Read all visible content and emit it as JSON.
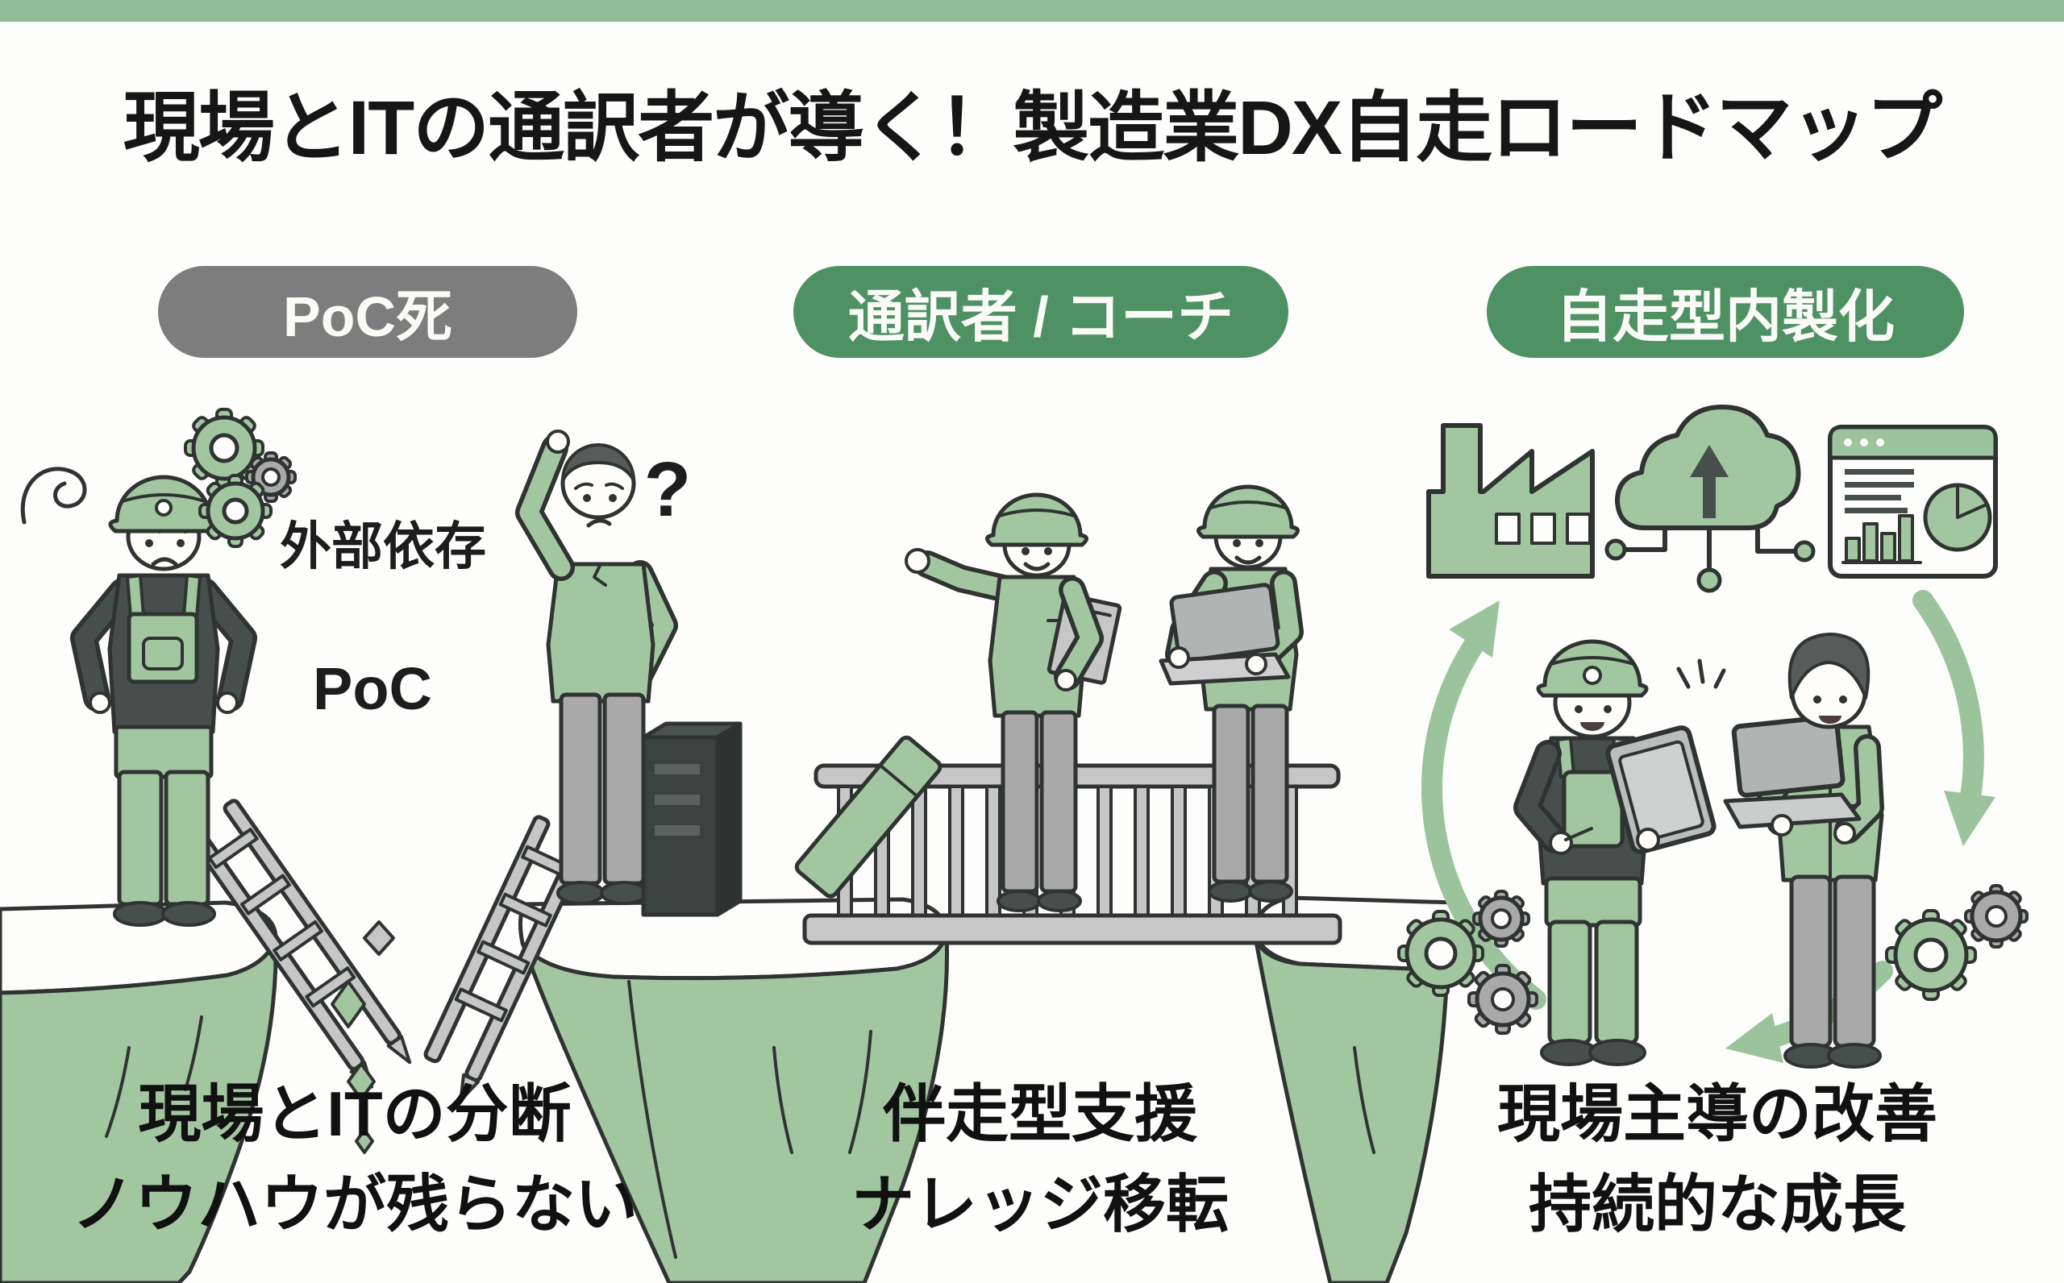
{
  "header": {
    "title": "現場とITの通訳者が導く！製造業DX自走ロードマップ"
  },
  "theme": {
    "top_bar_color": "#8fbd96",
    "badge_gray": "#7d7d7d",
    "badge_green": "#4e9263",
    "illustration_green": "#a2c7a0",
    "outline_color": "#2f3331",
    "background": "#fdfdfb"
  },
  "stages": [
    {
      "id": "poc-death",
      "badge": "PoC死",
      "badge_color": "#7d7d7d",
      "caption_line1": "現場とITの分断",
      "caption_line2": "ノウハウが残らない"
    },
    {
      "id": "interpreter-coach",
      "badge": "通訳者 / コーチ",
      "badge_color": "#4e9263",
      "caption_line1": "伴走型支援",
      "caption_line2": "ナレッジ移転"
    },
    {
      "id": "self-driven-insourcing",
      "badge": "自走型内製化",
      "badge_color": "#4e9263",
      "caption_line1": "現場主導の改善",
      "caption_line2": "持続的な成長"
    }
  ],
  "illustration_labels": {
    "external_dependency": "外部依存",
    "poc": "PoC",
    "question_mark": "?"
  }
}
